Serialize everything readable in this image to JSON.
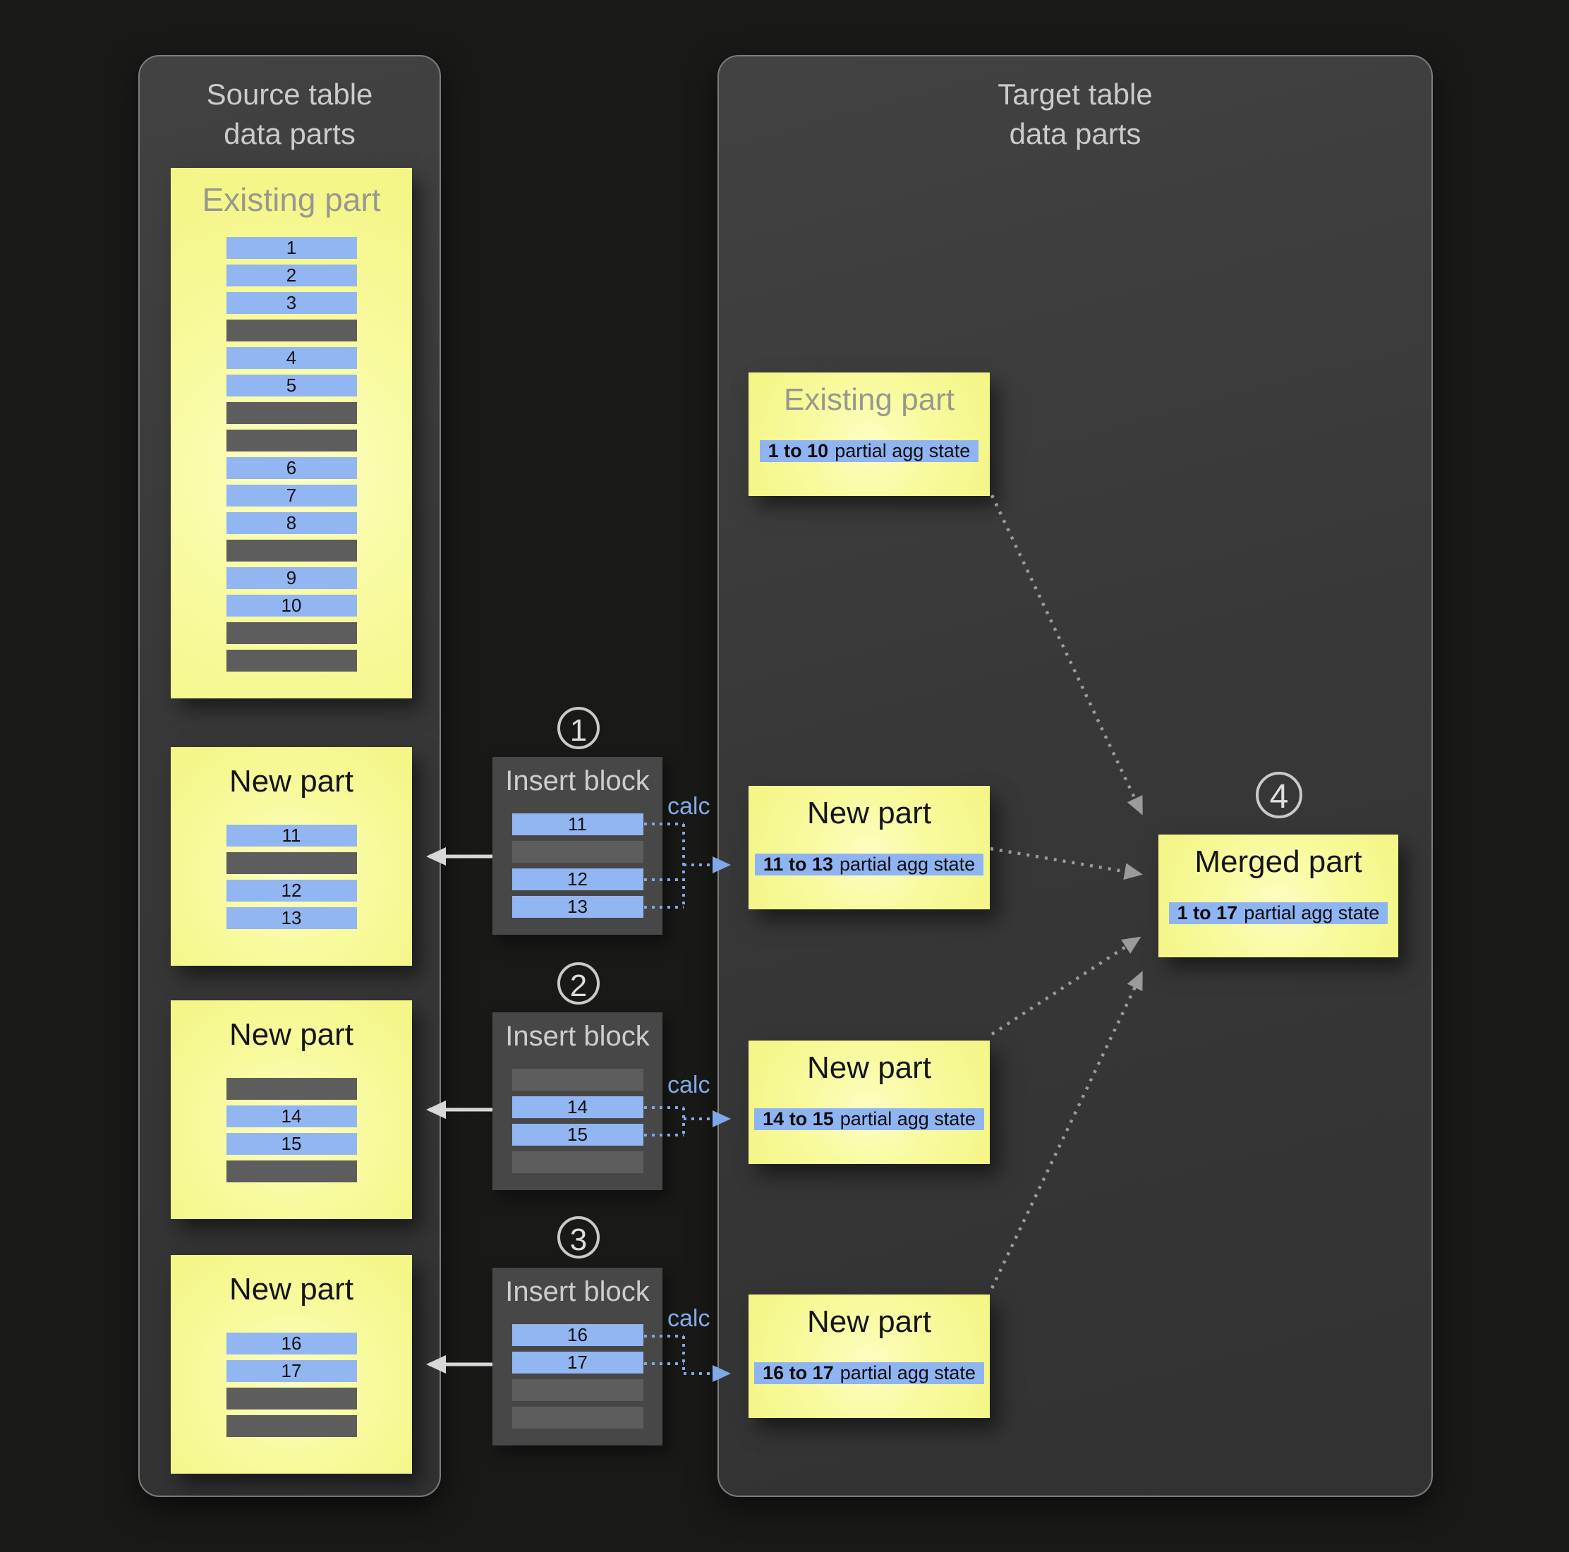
{
  "colors": {
    "page_bg": "#191917",
    "panel_bg": "#3a3a3a",
    "panel_border": "#7d7d7d",
    "part_yellow": "#f8fa9e",
    "row_blue": "#92b6f1",
    "row_gray": "#5d5d5d",
    "calc_blue": "#84a9e6",
    "dotted_arrow_gray": "#9b9b9b",
    "solid_arrow_light": "#d8d8d8",
    "muted_title_gray": "#98988f"
  },
  "source_panel": {
    "title_line1": "Source table",
    "title_line2": "data parts",
    "existing_part": {
      "title": "Existing part",
      "rows": [
        {
          "type": "data",
          "label": "1"
        },
        {
          "type": "data",
          "label": "2"
        },
        {
          "type": "data",
          "label": "3"
        },
        {
          "type": "empty",
          "label": ""
        },
        {
          "type": "data",
          "label": "4"
        },
        {
          "type": "data",
          "label": "5"
        },
        {
          "type": "empty",
          "label": ""
        },
        {
          "type": "empty",
          "label": ""
        },
        {
          "type": "data",
          "label": "6"
        },
        {
          "type": "data",
          "label": "7"
        },
        {
          "type": "data",
          "label": "8"
        },
        {
          "type": "empty",
          "label": ""
        },
        {
          "type": "data",
          "label": "9"
        },
        {
          "type": "data",
          "label": "10"
        },
        {
          "type": "empty",
          "label": ""
        },
        {
          "type": "empty",
          "label": ""
        }
      ]
    },
    "new_parts": [
      {
        "title": "New part",
        "rows": [
          {
            "type": "data",
            "label": "11"
          },
          {
            "type": "empty",
            "label": ""
          },
          {
            "type": "data",
            "label": "12"
          },
          {
            "type": "data",
            "label": "13"
          }
        ]
      },
      {
        "title": "New part",
        "rows": [
          {
            "type": "empty",
            "label": ""
          },
          {
            "type": "data",
            "label": "14"
          },
          {
            "type": "data",
            "label": "15"
          },
          {
            "type": "empty",
            "label": ""
          }
        ]
      },
      {
        "title": "New part",
        "rows": [
          {
            "type": "data",
            "label": "16"
          },
          {
            "type": "data",
            "label": "17"
          },
          {
            "type": "empty",
            "label": ""
          },
          {
            "type": "empty",
            "label": ""
          }
        ]
      }
    ]
  },
  "insert_steps": [
    {
      "step": "1",
      "title": "Insert block",
      "calc_label": "calc",
      "rows": [
        {
          "type": "data",
          "label": "11"
        },
        {
          "type": "empty",
          "label": ""
        },
        {
          "type": "data",
          "label": "12"
        },
        {
          "type": "data",
          "label": "13"
        }
      ]
    },
    {
      "step": "2",
      "title": "Insert block",
      "calc_label": "calc",
      "rows": [
        {
          "type": "empty",
          "label": ""
        },
        {
          "type": "data",
          "label": "14"
        },
        {
          "type": "data",
          "label": "15"
        },
        {
          "type": "empty",
          "label": ""
        }
      ]
    },
    {
      "step": "3",
      "title": "Insert block",
      "calc_label": "calc",
      "rows": [
        {
          "type": "data",
          "label": "16"
        },
        {
          "type": "data",
          "label": "17"
        },
        {
          "type": "empty",
          "label": ""
        },
        {
          "type": "empty",
          "label": ""
        }
      ]
    }
  ],
  "target_panel": {
    "title_line1": "Target table",
    "title_line2": "data parts",
    "existing_part": {
      "title": "Existing part",
      "range": "1 to 10",
      "state_label": "partial agg state"
    },
    "new_parts": [
      {
        "title": "New part",
        "range": "11 to 13",
        "state_label": "partial agg state"
      },
      {
        "title": "New part",
        "range": "14 to 15",
        "state_label": "partial agg state"
      },
      {
        "title": "New part",
        "range": "16 to 17",
        "state_label": "partial agg state"
      }
    ],
    "merged_part": {
      "step": "4",
      "title": "Merged part",
      "range": "1 to 17",
      "state_label": "partial agg state"
    }
  }
}
